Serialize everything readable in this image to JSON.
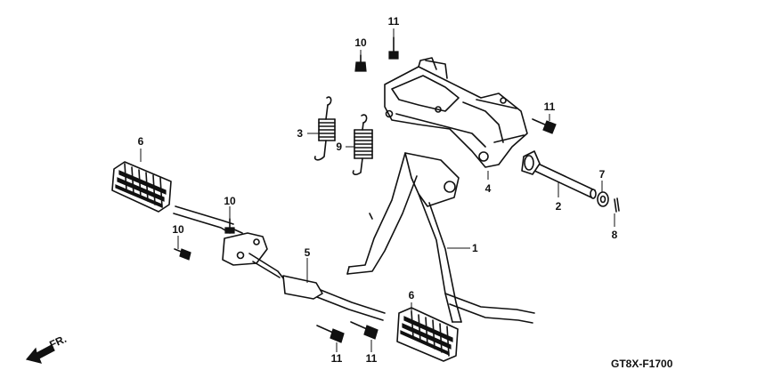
{
  "diagram": {
    "callouts": {
      "c1": "1",
      "c2": "2",
      "c3": "3",
      "c4": "4",
      "c5": "5",
      "c6a": "6",
      "c6b": "6",
      "c7": "7",
      "c8": "8",
      "c9": "9",
      "c10a": "10",
      "c10b": "10",
      "c10c": "10",
      "c11a": "11",
      "c11b": "11",
      "c11c": "11",
      "c11d": "11"
    },
    "direction_label": "FR.",
    "drawing_code": "GT8X-F1700"
  }
}
